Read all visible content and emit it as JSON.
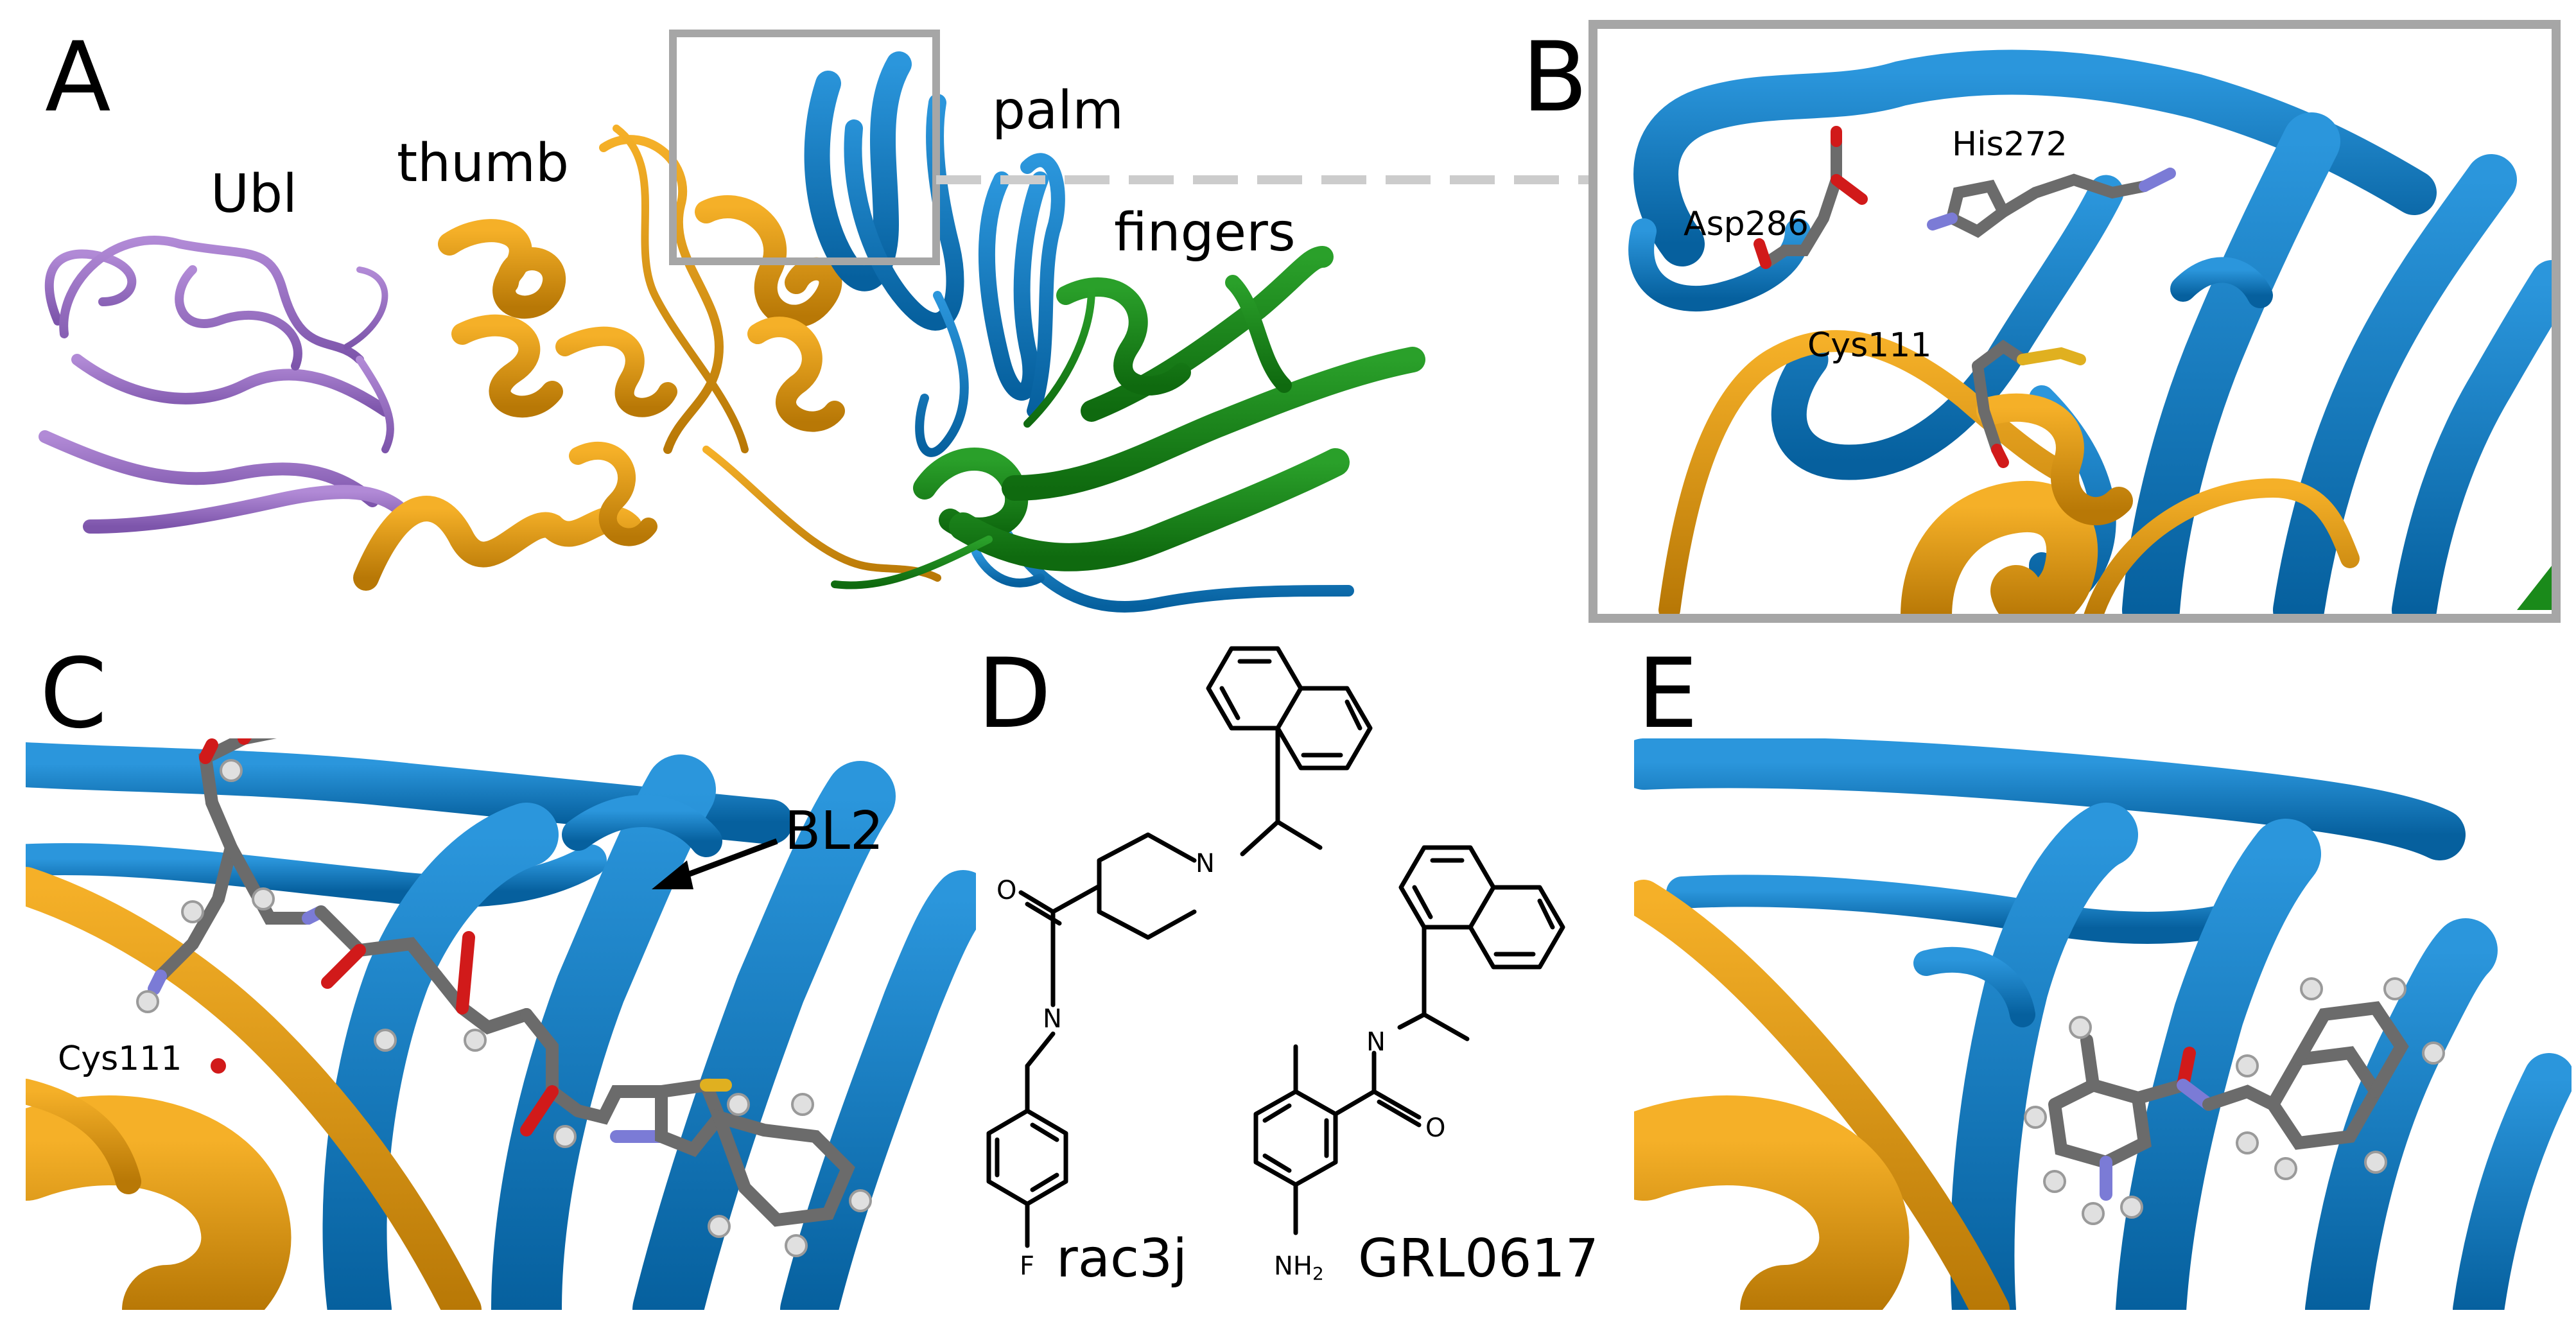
{
  "panels": {
    "A": {
      "letter": "A",
      "labels": {
        "ubl": "Ubl",
        "thumb": "thumb",
        "palm": "palm",
        "fingers": "fingers"
      }
    },
    "B": {
      "letter": "B",
      "residues": {
        "his": "His272",
        "asp": "Asp286",
        "cys": "Cys111"
      }
    },
    "C": {
      "letter": "C",
      "labels": {
        "bl2": "BL2",
        "cys": "Cys111"
      }
    },
    "D": {
      "letter": "D",
      "compound1": {
        "name": "rac3j",
        "atoms": {
          "n_ring": "N",
          "o": "O",
          "n_amide": "N",
          "f": "F"
        }
      },
      "compound2": {
        "name": "GRL0617",
        "atoms": {
          "n": "N",
          "o": "O",
          "nh2": "NH2"
        }
      }
    },
    "E": {
      "letter": "E"
    }
  },
  "colors": {
    "ubl": "#9b6fc5",
    "thumb": "#e69b0b",
    "palm": "#0b7ac4",
    "fingers": "#1a8a1a",
    "frame": "#a6a6a6",
    "stick_carbon": "#6b6b6b",
    "stick_oxygen": "#d11a1a",
    "stick_nitrogen": "#7b7bd6",
    "stick_hydrogen": "#e0e0e0",
    "stick_sulfur": "#e0b020"
  }
}
